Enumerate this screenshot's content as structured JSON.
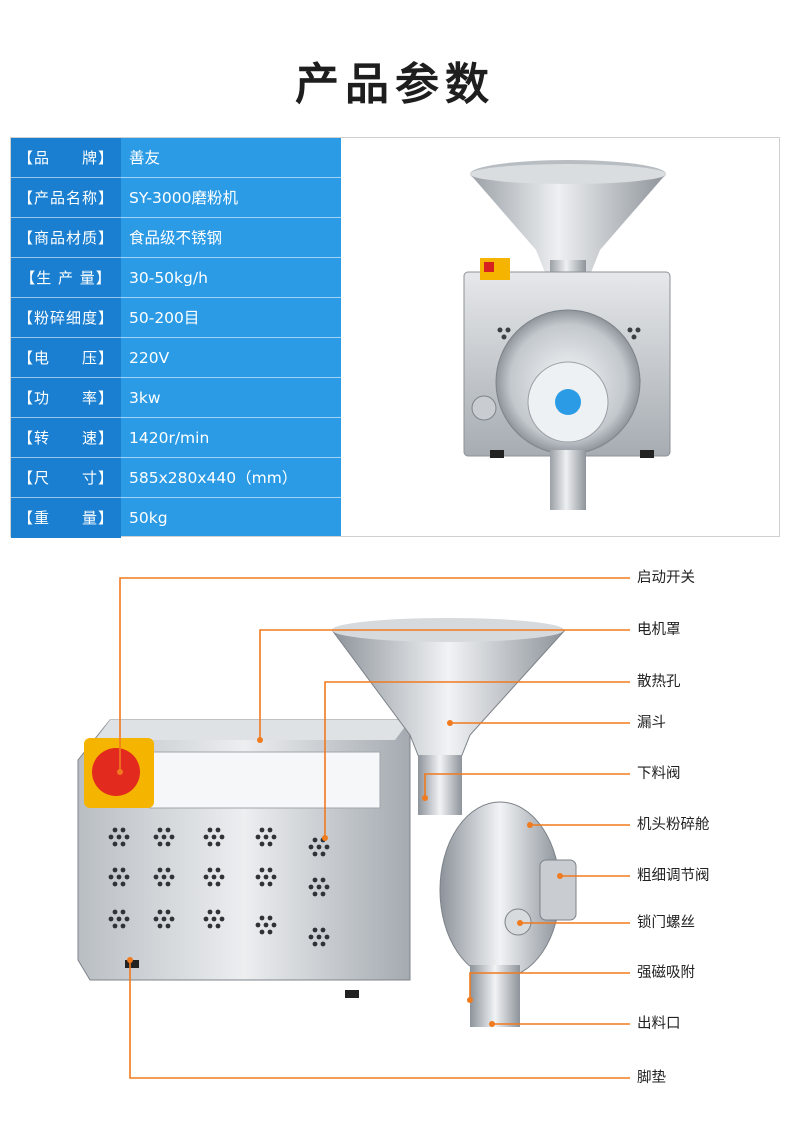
{
  "page": {
    "title": "产品参数"
  },
  "specs": [
    {
      "label": "【品　　牌】",
      "value": "善友"
    },
    {
      "label": "【产品名称】",
      "value": "SY-3000磨粉机"
    },
    {
      "label": "【商品材质】",
      "value": "食品级不锈钢"
    },
    {
      "label": "【生 产 量】",
      "value": "30-50kg/h"
    },
    {
      "label": "【粉碎细度】",
      "value": "50-200目"
    },
    {
      "label": "【电　　压】",
      "value": "220V"
    },
    {
      "label": "【功　　率】",
      "value": "3kw"
    },
    {
      "label": "【转　　速】",
      "value": "1420r/min"
    },
    {
      "label": "【尺　　寸】",
      "value": "585x280x440（mm）"
    },
    {
      "label": "【重　　量】",
      "value": "50kg"
    }
  ],
  "callouts": [
    {
      "name": "callout-power-switch",
      "text": "启动开关"
    },
    {
      "name": "callout-motor-cover",
      "text": "电机罩"
    },
    {
      "name": "callout-vent-holes",
      "text": "散热孔"
    },
    {
      "name": "callout-hopper",
      "text": "漏斗"
    },
    {
      "name": "callout-feed-valve",
      "text": "下料阀"
    },
    {
      "name": "callout-grinding-chamber",
      "text": "机头粉碎舱"
    },
    {
      "name": "callout-fineness-valve",
      "text": "粗细调节阀"
    },
    {
      "name": "callout-door-screw",
      "text": "锁门螺丝"
    },
    {
      "name": "callout-magnet",
      "text": "强磁吸附"
    },
    {
      "name": "callout-outlet",
      "text": "出料口"
    },
    {
      "name": "callout-foot-pad",
      "text": "脚垫"
    }
  ],
  "colors": {
    "table_bg": "#2b9be6",
    "label_bg": "#1a7fd0",
    "callout_line": "#f07a1e",
    "steel": "#c8ccd0"
  }
}
